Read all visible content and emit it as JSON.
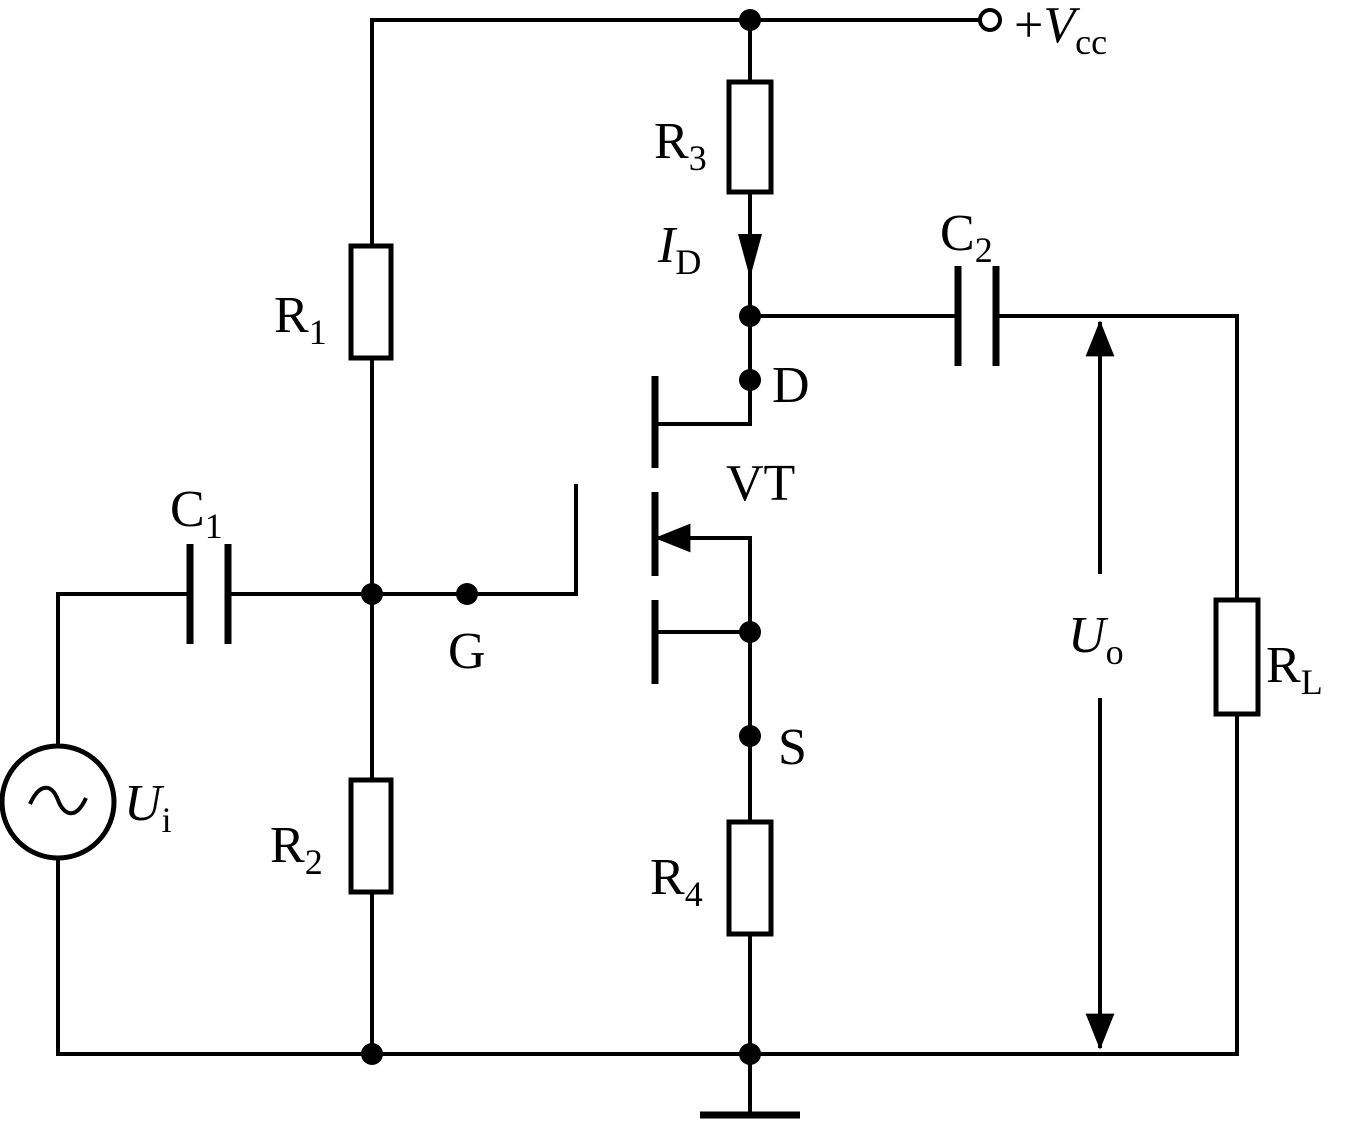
{
  "labels": {
    "vcc": {
      "prefix": "+",
      "main": "V",
      "sub": "cc"
    },
    "r1": {
      "main": "R",
      "sub": "1"
    },
    "r2": {
      "main": "R",
      "sub": "2"
    },
    "r3": {
      "main": "R",
      "sub": "3"
    },
    "r4": {
      "main": "R",
      "sub": "4"
    },
    "rl": {
      "main": "R",
      "sub": "L"
    },
    "c1": {
      "main": "C",
      "sub": "1"
    },
    "c2": {
      "main": "C",
      "sub": "2"
    },
    "id": {
      "main": "I",
      "sub": "D"
    },
    "ui": {
      "main": "U",
      "sub": "i"
    },
    "uo": {
      "main": "U",
      "sub": "o"
    },
    "d": "D",
    "g": "G",
    "s": "S",
    "vt": "VT",
    "source_symbol": "~"
  }
}
